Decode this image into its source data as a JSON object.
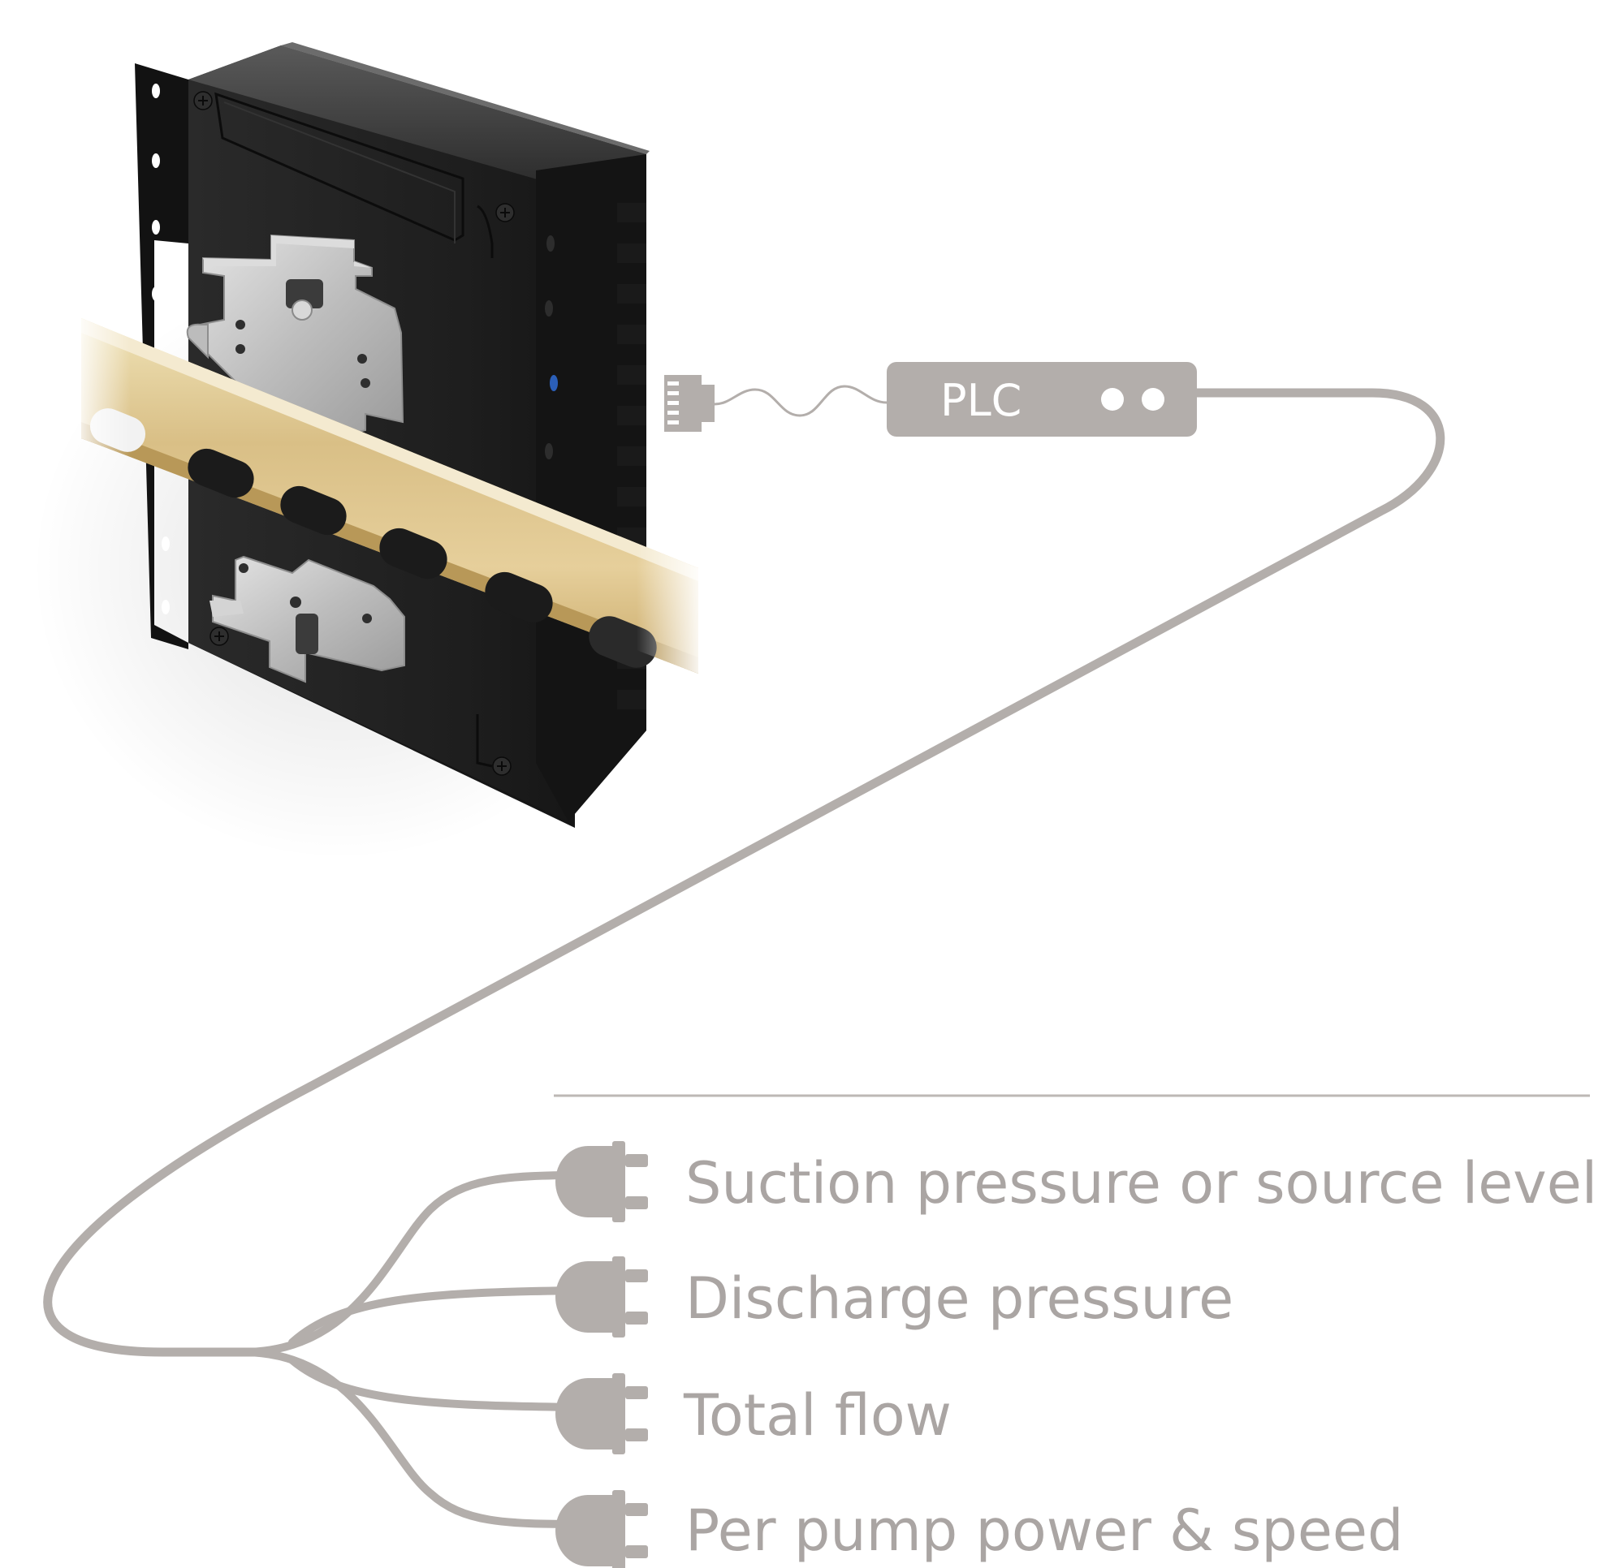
{
  "colors": {
    "background": "#ffffff",
    "cable": "#b3aeab",
    "label_text": "#aaa5a3",
    "plc_text": "#ffffff",
    "device_body": "#1f1f1f",
    "din_rail": "#d8c087",
    "bracket_metal": "#c6c6c6"
  },
  "icons": {
    "device": "din-rail-controller-icon",
    "connector": "rj45-connector-icon",
    "plug": "electric-plug-icon"
  },
  "plc": {
    "label": "PLC"
  },
  "inputs": [
    {
      "label": "Suction pressure or source level"
    },
    {
      "label": "Discharge pressure"
    },
    {
      "label": "Total flow"
    },
    {
      "label": "Per pump power & speed"
    }
  ]
}
